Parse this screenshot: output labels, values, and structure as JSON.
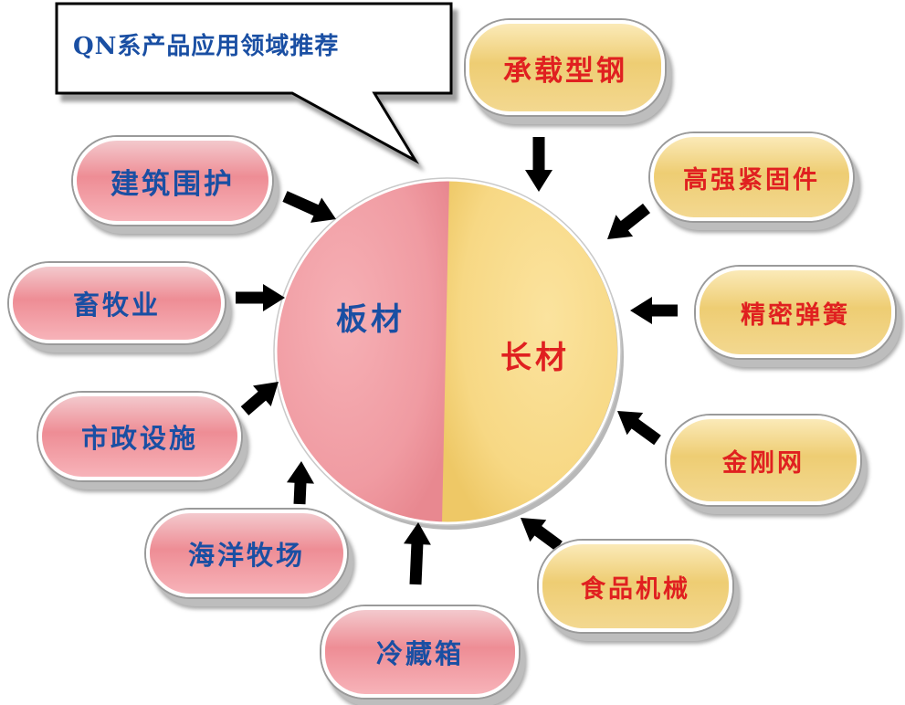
{
  "title": "QN系产品应用领域推荐",
  "center": {
    "left_label": "板材",
    "right_label": "长材"
  },
  "plate_uses": [
    "建筑围护",
    "畜牧业",
    "市政设施",
    "海洋牧场",
    "冷藏箱"
  ],
  "long_uses": [
    "承载型钢",
    "高强紧固件",
    "精密弹簧",
    "金刚网",
    "食品机械"
  ],
  "colors": {
    "plate_fill": "#f1a3a8",
    "long_fill": "#f8d98a",
    "plate_text": "#1a4fa3",
    "long_text": "#e02020",
    "arrow": "#000000"
  }
}
